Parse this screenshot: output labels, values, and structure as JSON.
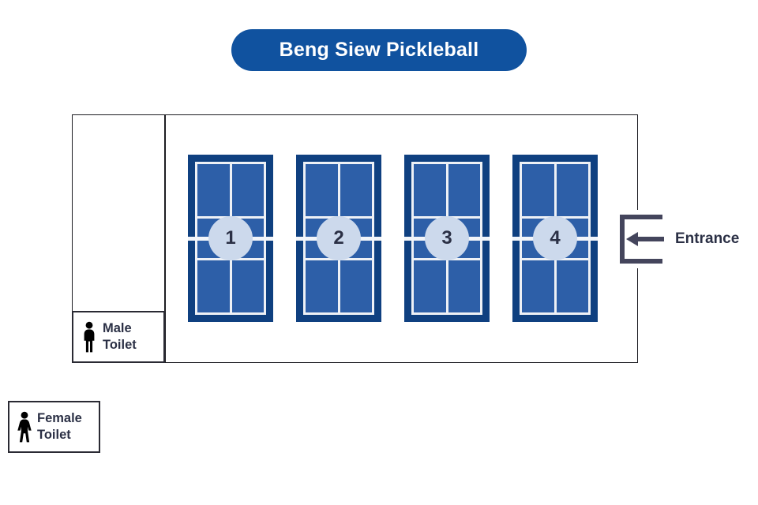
{
  "title": {
    "text": "Beng Siew Pickleball"
  },
  "venue": {
    "courts": [
      {
        "number": "1",
        "name": "court-1"
      },
      {
        "number": "2",
        "name": "court-2"
      },
      {
        "number": "3",
        "name": "court-3"
      },
      {
        "number": "4",
        "name": "court-4"
      }
    ],
    "facilities": [
      {
        "id": "male-toilet",
        "line1": "Male",
        "line2": "Toilet",
        "icon": "male-person-icon"
      },
      {
        "id": "female-toilet",
        "line1": "Female",
        "line2": "Toilet",
        "icon": "female-person-icon"
      }
    ],
    "entrance": {
      "label": "Entrance",
      "icon": "left-arrow-door-icon"
    }
  },
  "colors": {
    "banner_blue": "#10529f",
    "court_surface": "#2d5fa8",
    "court_apron": "#0f4080",
    "court_lines": "#eef1f6",
    "badge_fill": "#ccd9ec",
    "text_navy": "#2b3045",
    "wall_stroke": "#1d1d22"
  }
}
